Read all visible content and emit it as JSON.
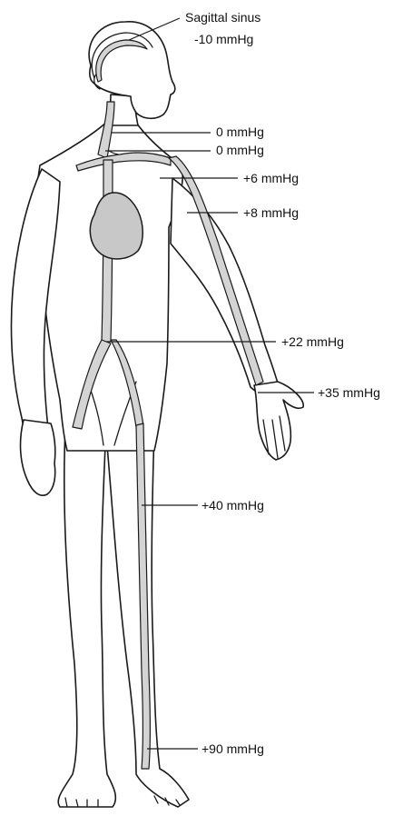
{
  "figure": {
    "labels": {
      "sagittal_title": "Sagittal sinus",
      "sagittal_value": "-10 mmHg",
      "jugular_upper": "0 mmHg",
      "jugular_lower": "0 mmHg",
      "subclavian": "+6 mmHg",
      "axillary": "+8 mmHg",
      "vena_cava": "+22 mmHg",
      "wrist": "+35 mmHg",
      "femoral": "+40 mmHg",
      "ankle": "+90 mmHg"
    }
  }
}
